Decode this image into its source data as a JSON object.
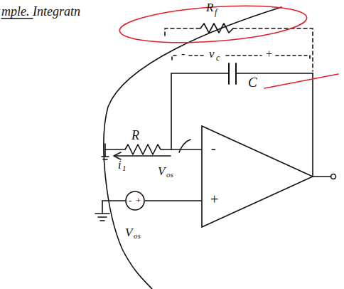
{
  "diagram": {
    "title": "mple. Integratn",
    "nodes": [
      {
        "text": [
          "-",
          "+"
        ]
      },
      {
        "text": [
          "-",
          "+"
        ]
      }
    ],
    "edges": [
      {
        "from": 1,
        "to": 0,
        "arrow": "none"
      }
    ],
    "labels": [
      "R",
      "f",
      "-",
      "v",
      "c",
      "+",
      "C",
      "R",
      "i",
      "1",
      "V",
      "os",
      "V",
      "os"
    ]
  }
}
